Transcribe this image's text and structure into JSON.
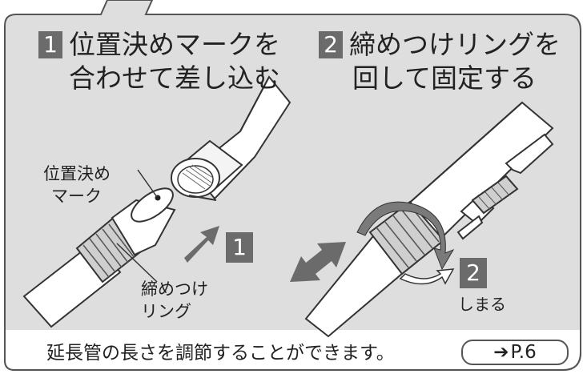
{
  "step1": {
    "number": "1",
    "line1": "位置決めマークを",
    "line2": "合わせて差し込む",
    "mark_label_line1": "位置決め",
    "mark_label_line2": "マーク",
    "ring_label_line1": "締めつけ",
    "ring_label_line2": "リング",
    "arrow_number": "1"
  },
  "step2": {
    "number": "2",
    "line1": "締めつけリングを",
    "line2": "回して固定する",
    "arrow_number": "2",
    "direction_label": "しまる"
  },
  "footer": {
    "text": "延長管の長さを調節することができます。",
    "page_ref_arrow": "➔",
    "page_ref": "P.6"
  },
  "colors": {
    "panel_bg": "#dedede",
    "badge_bg": "#6b6b6b",
    "outline": "#555555"
  }
}
